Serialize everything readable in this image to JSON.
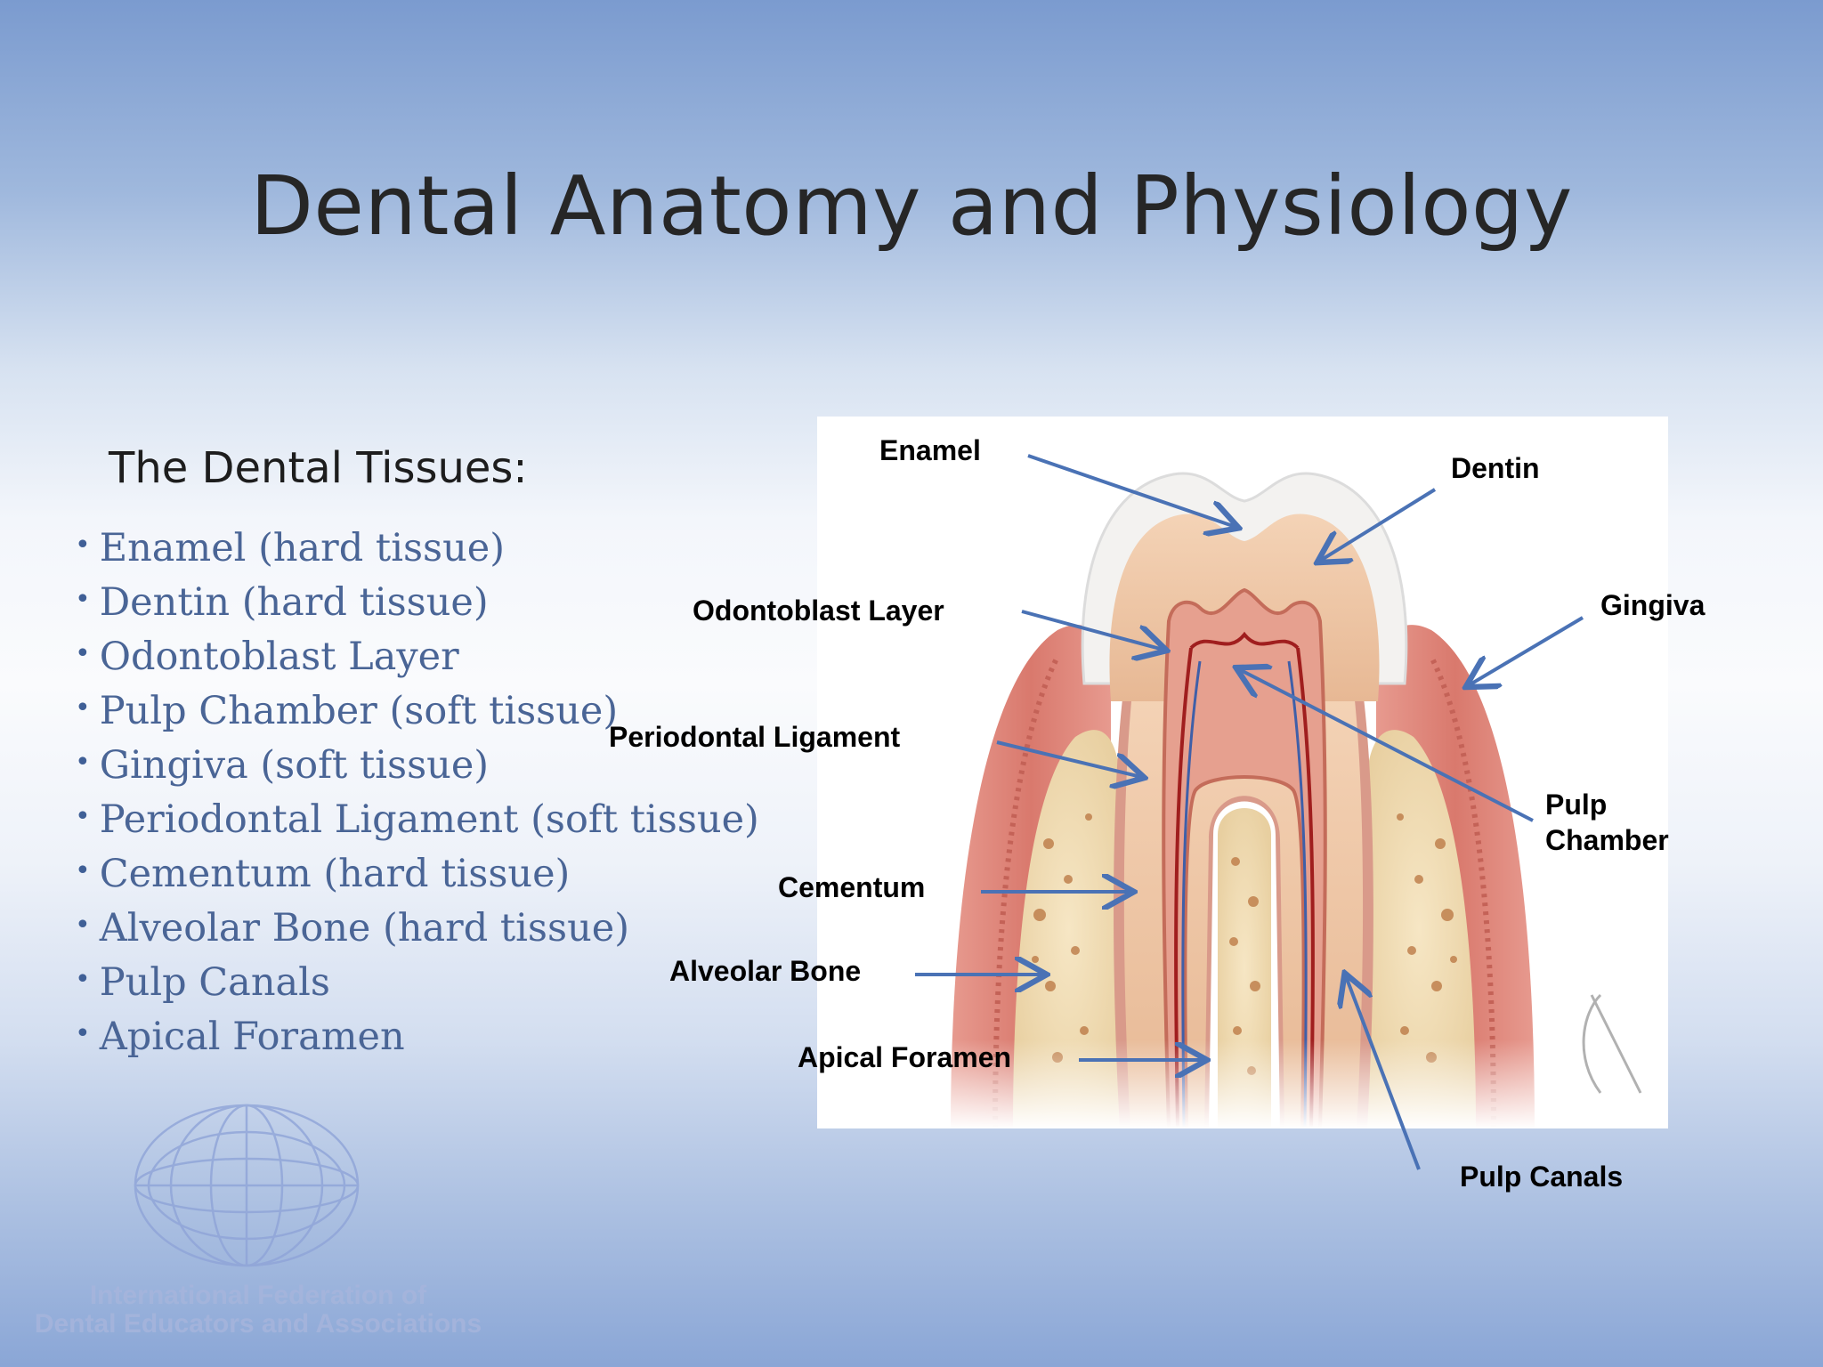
{
  "slide": {
    "title": "Dental Anatomy and Physiology"
  },
  "tissues": {
    "heading": "The Dental Tissues:",
    "items": [
      "Enamel (hard tissue)",
      "Dentin (hard tissue)",
      "Odontoblast Layer",
      "Pulp Chamber (soft tissue)",
      "Gingiva (soft tissue)",
      "Periodontal Ligament (soft tissue)",
      "Cementum (hard tissue)",
      "Alveolar Bone (hard tissue)",
      "Pulp Canals",
      "Apical Foramen"
    ]
  },
  "diagram": {
    "labels": {
      "enamel": "Enamel",
      "dentin": "Dentin",
      "odontoblast": "Odontoblast Layer",
      "gingiva": "Gingiva",
      "periodontal": "Periodontal Ligament",
      "pulp_chamber_1": "Pulp",
      "pulp_chamber_2": "Chamber",
      "cementum": "Cementum",
      "alveolar": "Alveolar Bone",
      "apical": "Apical Foramen",
      "pulp_canals": "Pulp Canals"
    },
    "arrow_color": "#4a72b5"
  },
  "logo": {
    "line1": "International Federation of",
    "line2": "Dental Educators and Associations",
    "icon": "globe-icon"
  }
}
